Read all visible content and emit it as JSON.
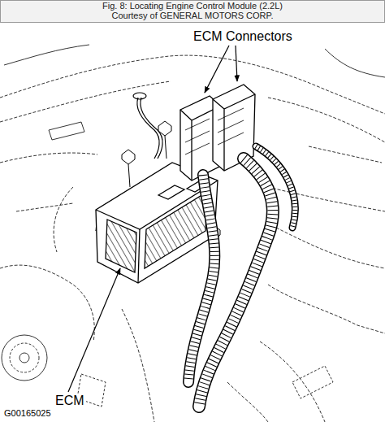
{
  "diagram": {
    "title": "Fig. 8: Locating Engine Control Module (2.2L)",
    "labels": [
      "Courtesy of GENERAL MOTORS CORP.",
      "ECM Connectors",
      "ECM",
      "G00165025"
    ]
  }
}
